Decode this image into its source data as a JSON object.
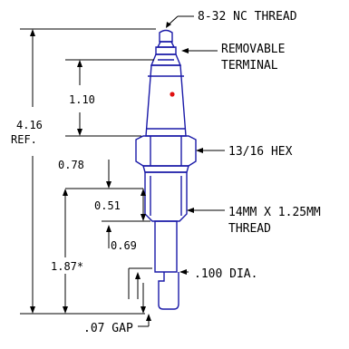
{
  "callouts": {
    "thread_top": "8-32 NC THREAD",
    "terminal_line1": "REMOVABLE",
    "terminal_line2": "TERMINAL",
    "hex": "13/16 HEX",
    "thread_line1": "14MM X 1.25MM",
    "thread_line2": "THREAD",
    "dia": ".100 DIA.",
    "gap": ".07 GAP"
  },
  "dimensions": {
    "overall_value": "4.16",
    "overall_ref": "REF.",
    "terminal_len": "1.10",
    "hex_len": "0.78",
    "thread_len": "0.51",
    "rod_len": "0.69",
    "reach": "1.87*"
  },
  "colors": {
    "part_outline": "#1a1aa8",
    "marker": "#e01010",
    "lines": "#000000"
  }
}
